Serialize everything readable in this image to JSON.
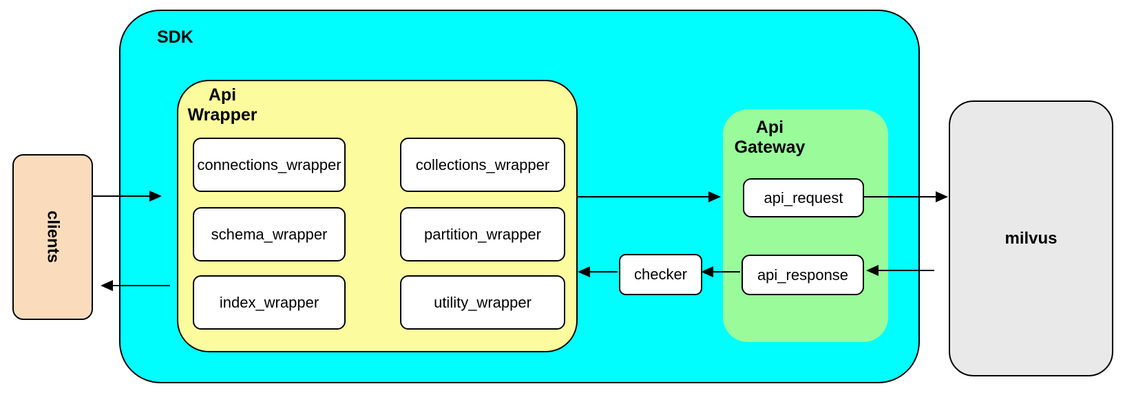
{
  "colors": {
    "sdk_fill": "#00feff",
    "api_wrapper_fill": "#fcfc9e",
    "api_gateway_fill": "#9afb9a",
    "clients_fill": "#fadcbc",
    "milvus_fill": "#e9e9e9",
    "node_fill": "#ffffff",
    "stroke": "#000000"
  },
  "nodes": {
    "clients": {
      "label": "clients"
    },
    "sdk": {
      "label": "SDK"
    },
    "api_wrapper": {
      "label": "Api Wrapper",
      "children": [
        "connections_wrapper",
        "collections_wrapper",
        "schema_wrapper",
        "partition_wrapper",
        "index_wrapper",
        "utility_wrapper"
      ]
    },
    "checker": {
      "label": "checker"
    },
    "api_gateway": {
      "label": "Api Gateway",
      "children": [
        "api_request",
        "api_response"
      ]
    },
    "milvus": {
      "label": "milvus"
    }
  },
  "edges": [
    {
      "from": "clients",
      "to": "SDK"
    },
    {
      "from": "Api Wrapper",
      "to": "Api Gateway"
    },
    {
      "from": "api_request",
      "to": "milvus"
    },
    {
      "from": "milvus",
      "to": "api_response"
    },
    {
      "from": "api_response",
      "to": "checker"
    },
    {
      "from": "checker",
      "to": "Api Wrapper"
    },
    {
      "from": "SDK",
      "to": "clients"
    }
  ]
}
